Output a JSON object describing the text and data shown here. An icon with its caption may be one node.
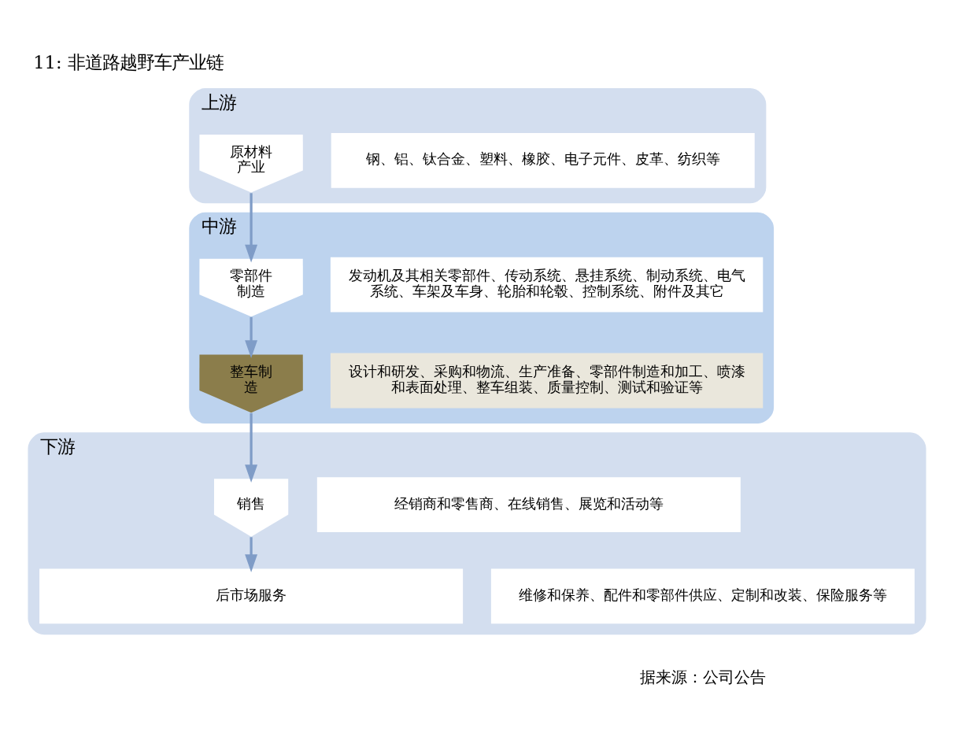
{
  "diagram": {
    "title": "11: 非道路越野车产业链",
    "caption": "据来源：公司公告",
    "nodes": [
      {
        "text": [
          "上游"
        ]
      },
      {
        "text": [
          "原材料产业"
        ],
        "in": 0
      },
      {
        "text": [
          "钢、铝、钛合金、塑料、橡胶、电子元件、皮革、纺织等"
        ],
        "in": 0
      },
      {
        "text": [
          "中游"
        ]
      },
      {
        "text": [
          "零部件制造"
        ],
        "in": 3
      },
      {
        "text": [
          "发动机及其相关零部件、传动系统、悬挂系统、制动系统、电气系统、车架及车身、轮胎和轮毂、控制系统、附件及其它"
        ],
        "in": 3
      },
      {
        "text": [
          "整车制造"
        ],
        "in": 3
      },
      {
        "text": [
          "设计和研发、采购和物流、生产准备、零部件制造和加工、喷漆和表面处理、整车组装、质量控制、测试和验证等"
        ],
        "in": 3
      },
      {
        "text": [
          "下游"
        ]
      },
      {
        "text": [
          "销售"
        ],
        "in": 8
      },
      {
        "text": [
          "经销商和零售商、在线销售、展览和活动等"
        ],
        "in": 8
      },
      {
        "text": [
          "后市场服务"
        ],
        "in": 8
      },
      {
        "text": [
          "维修和保养、配件和零部件供应、定制和改装、保险服务等"
        ],
        "in": 8
      }
    ],
    "edges": [
      {
        "from": 1,
        "to": 4,
        "arrow": "to"
      },
      {
        "from": 4,
        "to": 6,
        "arrow": "to"
      },
      {
        "from": 6,
        "to": 9,
        "arrow": "to"
      },
      {
        "from": 9,
        "to": 11,
        "arrow": "to"
      }
    ]
  }
}
